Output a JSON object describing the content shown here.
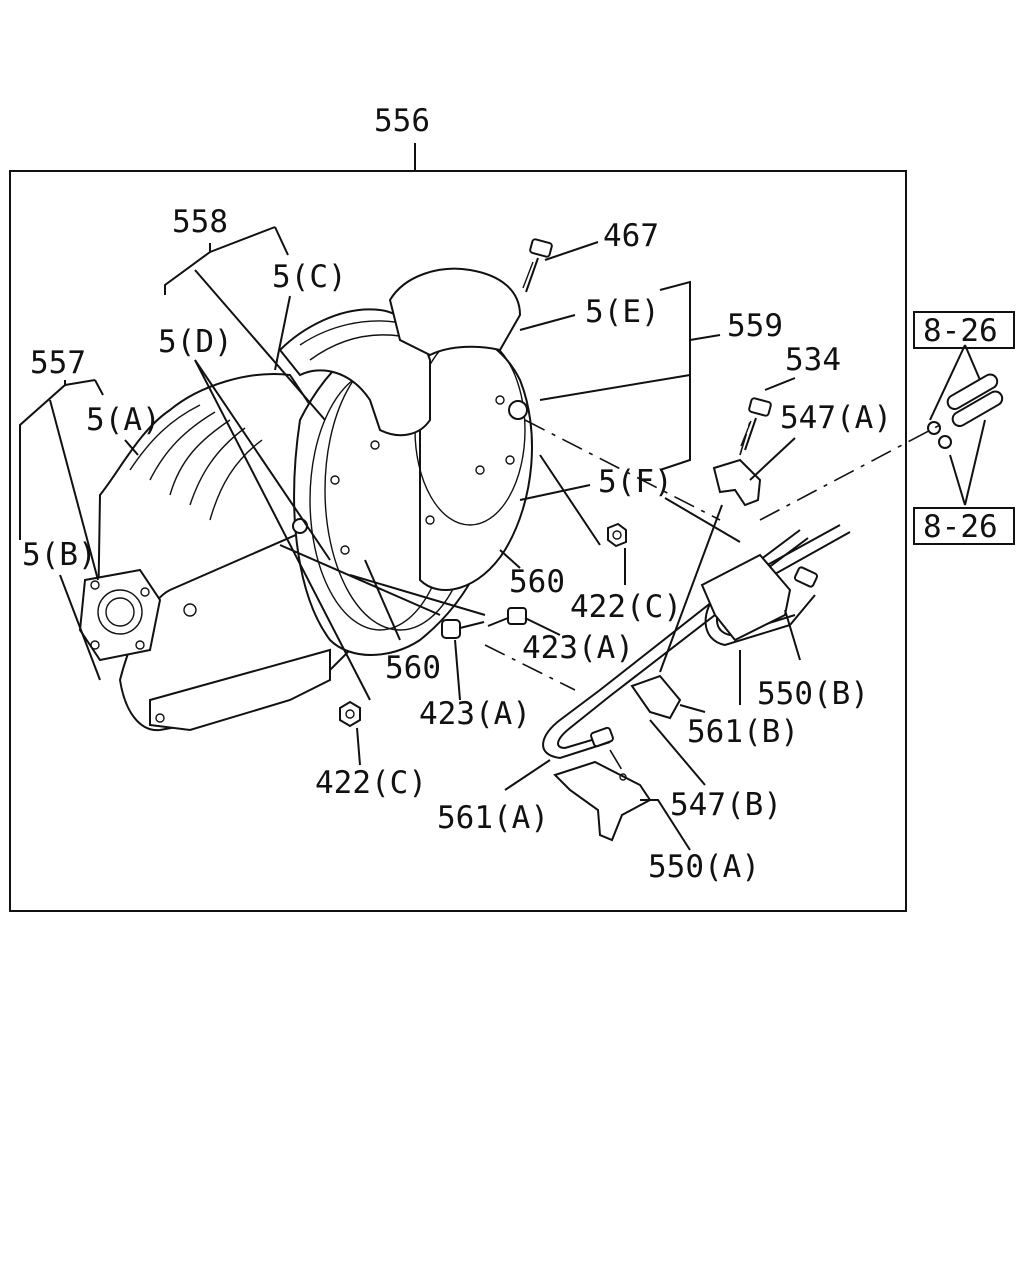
{
  "labels": {
    "l556": "556",
    "l558": "558",
    "l557": "557",
    "l5c": "5(C)",
    "l5d": "5(D)",
    "l5a": "5(A)",
    "l5b": "5(B)",
    "l467": "467",
    "l5e": "5(E)",
    "l559": "559",
    "l534": "534",
    "l547a": "547(A)",
    "l5f": "5(F)",
    "l422c_right": "422(C)",
    "l560_right": "560",
    "l423a_right": "423(A)",
    "l560_left": "560",
    "l423a_left": "423(A)",
    "l422c_left": "422(C)",
    "l561a": "561(A)",
    "l547b": "547(B)",
    "l550a": "550(A)",
    "l561b": "561(B)",
    "l550b": "550(B)",
    "l826_top": "8-26",
    "l826_bottom": "8-26"
  },
  "icons": [
    "catalytic-converter-front",
    "catalytic-converter-rear",
    "heat-shield-upper",
    "heat-shield-lower",
    "flange-gasket",
    "exhaust-pipe",
    "bracket",
    "clamp",
    "bolt",
    "nut"
  ]
}
